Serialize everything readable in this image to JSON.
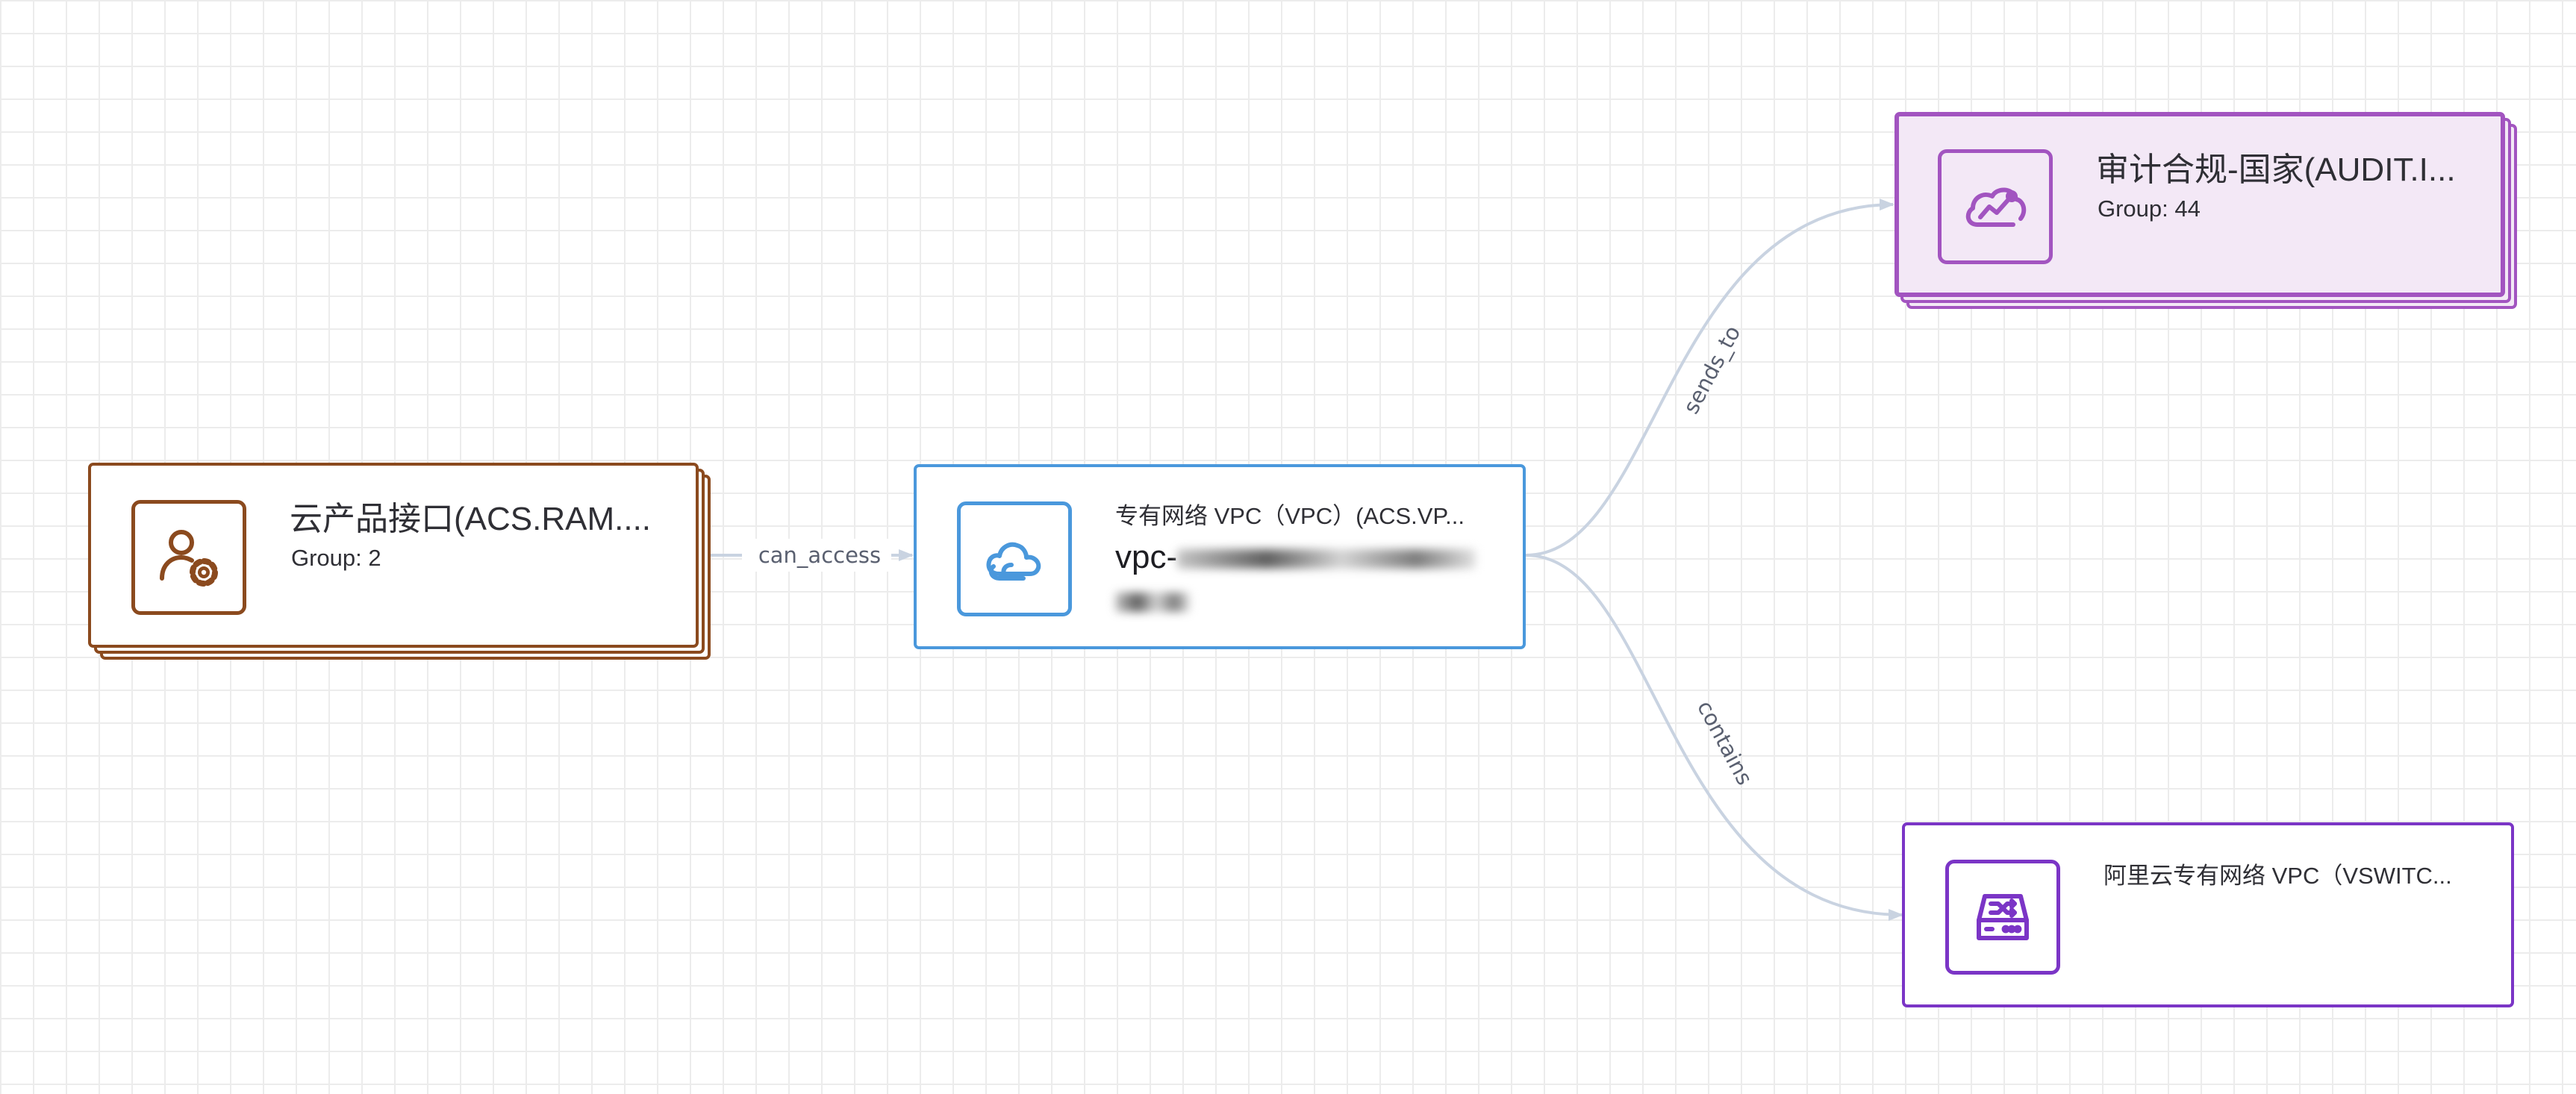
{
  "diagram": {
    "nodes": {
      "ram": {
        "title": "云产品接口(ACS.RAM....",
        "group": "Group: 2",
        "icon": "user-gear-icon",
        "color": "#8b4a1e"
      },
      "vpc": {
        "type_label": "专有网络 VPC（VPC）(ACS.VP...",
        "name": "vpc-",
        "icon": "cloud-icon",
        "color": "#4a98dc"
      },
      "audit": {
        "title": "审计合规-国家(AUDIT.I...",
        "group": "Group: 44",
        "icon": "chart-trend-icon",
        "color": "#a254c0",
        "fill": "#f3e8f6"
      },
      "vswitch": {
        "type_label": "阿里云专有网络 VPC（VSWITC...",
        "icon": "switch-icon",
        "color": "#7b35c6"
      }
    },
    "edges": [
      {
        "from": "ram",
        "to": "vpc",
        "label": "can_access"
      },
      {
        "from": "vpc",
        "to": "audit",
        "label": "sends_to"
      },
      {
        "from": "vpc",
        "to": "vswitch",
        "label": "contains"
      }
    ],
    "edge_color": "#c9d3e1"
  }
}
